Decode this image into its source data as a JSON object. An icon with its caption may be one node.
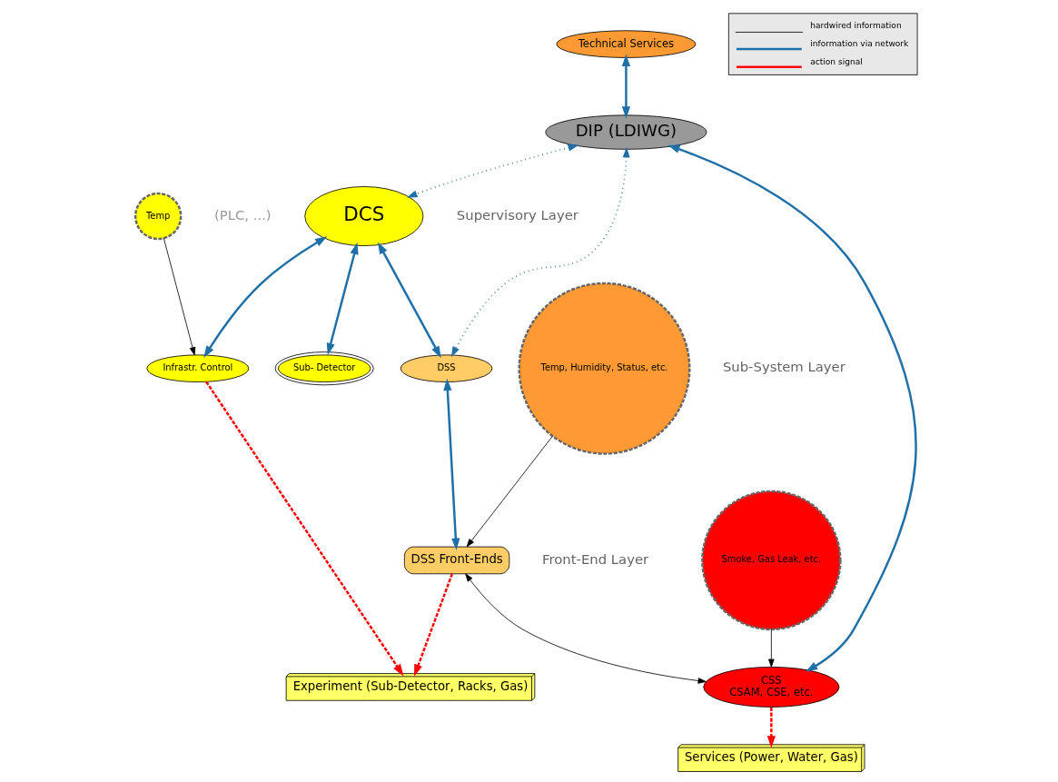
{
  "diagram": {
    "nodes": [
      {
        "text": [
          "Technical Services"
        ]
      },
      {
        "text": [
          "DIP (LDIWG)"
        ]
      },
      {
        "text": [
          "CSS",
          "CSAM, CSE, etc."
        ]
      },
      {
        "text": [
          "DCS"
        ]
      },
      {
        "text": [
          "Sub- Detector"
        ]
      },
      {
        "text": [
          "Infrastr. Control"
        ]
      },
      {
        "text": [
          "DSS"
        ]
      },
      {
        "text": [
          "DSS Front-Ends"
        ]
      },
      {
        "text": [
          "Temp"
        ]
      },
      {
        "text": [
          "Services (Power, Water, Gas)"
        ]
      },
      {
        "text": [
          "Smoke, Gas Leak, etc."
        ]
      },
      {
        "text": [
          "Experiment (Sub-Detector, Racks, Gas)"
        ]
      },
      {
        "text": [
          "Temp, Humidity, Status, etc."
        ]
      }
    ],
    "edges": [
      {
        "from": 0,
        "to": 1,
        "arrow": "both"
      },
      {
        "from": 2,
        "to": 1,
        "arrow": "both"
      },
      {
        "from": 1,
        "to": 3,
        "arrow": "both",
        "style": "dashed"
      },
      {
        "from": 1,
        "to": 6,
        "arrow": "both",
        "style": "dashed"
      },
      {
        "from": 3,
        "to": 4,
        "arrow": "both"
      },
      {
        "from": 3,
        "to": 5,
        "arrow": "both"
      },
      {
        "from": 3,
        "to": 6,
        "arrow": "both"
      },
      {
        "from": 6,
        "to": 7,
        "arrow": "both"
      },
      {
        "from": 10,
        "to": 2,
        "arrow": "to",
        "color": "#000000"
      },
      {
        "from": 7,
        "to": 2,
        "arrow": "both",
        "color": "#000000"
      },
      {
        "from": 8,
        "to": 5,
        "arrow": "to",
        "color": "#000000"
      },
      {
        "from": 12,
        "to": 7,
        "arrow": "to",
        "color": "#000000"
      },
      {
        "from": 2,
        "to": 9,
        "arrow": "to",
        "style": "dashed",
        "color": "#ff0000"
      },
      {
        "from": 5,
        "to": 11,
        "arrow": "to",
        "style": "dashed",
        "color": "#ff0000"
      },
      {
        "from": 7,
        "to": 11,
        "arrow": "to",
        "style": "dashed",
        "color": "#ff0000"
      }
    ],
    "labels": [
      "Supervisory Layer",
      "Sub-System Layer",
      "Front-End Layer",
      "(PLC, ...)"
    ],
    "legend": [
      {
        "text": "hardwired information"
      },
      {
        "text": "information via network"
      },
      {
        "text": "action signal"
      }
    ]
  }
}
